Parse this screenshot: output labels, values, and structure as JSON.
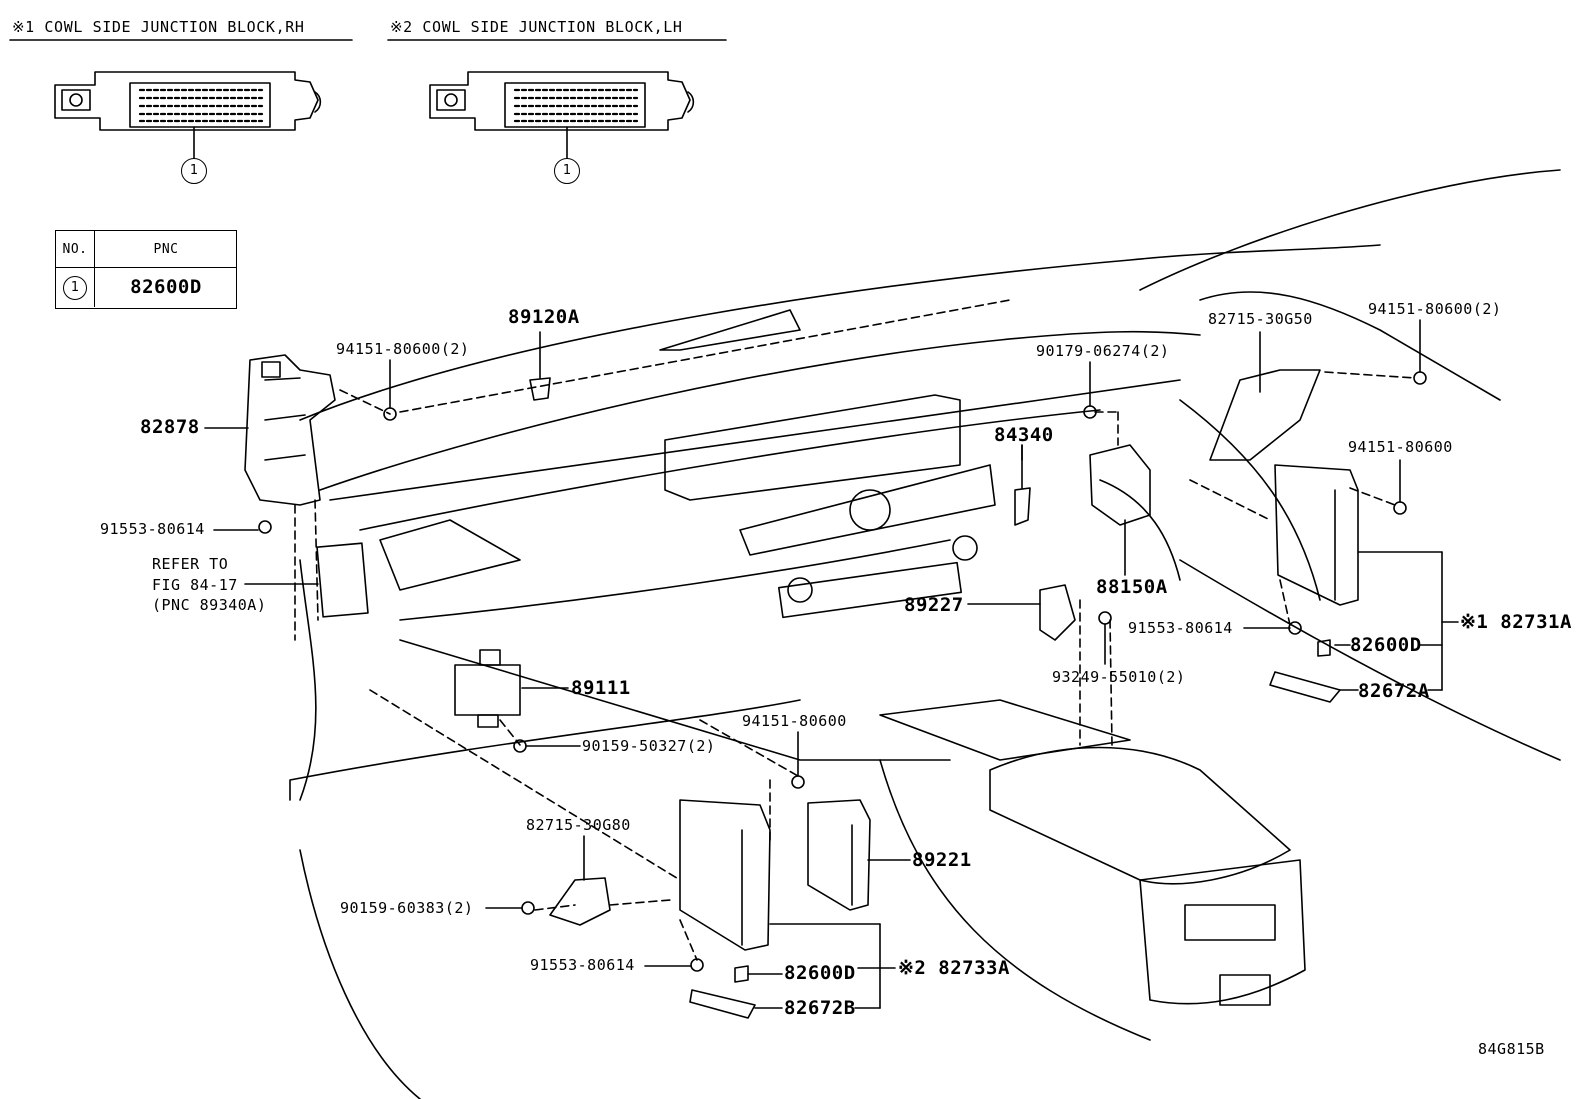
{
  "headers": {
    "rh": "※1 COWL SIDE JUNCTION BLOCK,RH",
    "lh": "※2 COWL SIDE JUNCTION BLOCK,LH"
  },
  "callout_no": "1",
  "table": {
    "col_no": "NO.",
    "col_pnc": "PNC",
    "row_no": "1",
    "row_pnc": "82600D"
  },
  "labels": {
    "p89120A": "89120A",
    "p94151_80600_2_top": "94151-80600(2)",
    "p82878": "82878",
    "p91553_80614_left": "91553-80614",
    "refer_line1": "REFER TO",
    "refer_line2": "FIG 84-17",
    "refer_line3": "(PNC 89340A)",
    "p89111": "89111",
    "p90159_50327": "90159-50327(2)",
    "p94151_80600_mid": "94151-80600",
    "p82715_30G80": "82715-30G80",
    "p90159_60383": "90159-60383(2)",
    "p91553_80614_bottom": "91553-80614",
    "p89221": "89221",
    "p82600D_bottom": "82600D",
    "p82733A": "※2 82733A",
    "p82672B": "82672B",
    "p90179_06274": "90179-06274(2)",
    "p84340": "84340",
    "p88150A": "88150A",
    "p89227": "89227",
    "p93249_55010": "93249-55010(2)",
    "p82715_30G50": "82715-30G50",
    "p94151_80600_2_right": "94151-80600(2)",
    "p94151_80600_right": "94151-80600",
    "p91553_80614_right": "91553-80614",
    "p82731A": "※1 82731A",
    "p82600D_right": "82600D",
    "p82672A": "82672A",
    "figure_code": "84G815B"
  }
}
